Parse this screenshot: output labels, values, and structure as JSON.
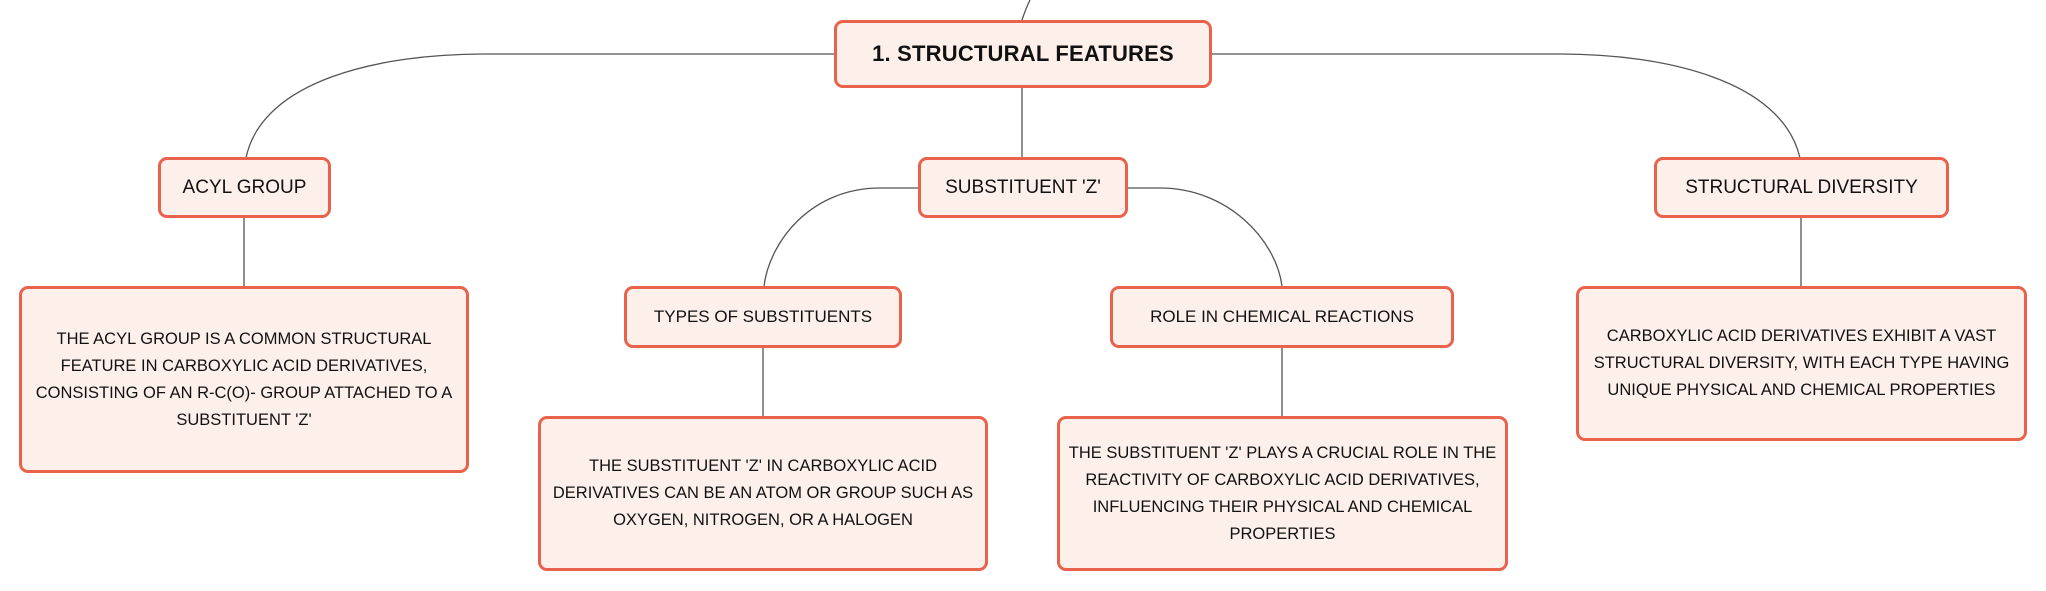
{
  "colors": {
    "node_fill": "#fdf0ea",
    "node_border": "#e8624c",
    "connector": "#555555",
    "text": "#111111"
  },
  "root": {
    "label": "1. STRUCTURAL FEATURES"
  },
  "branches": [
    {
      "label": "ACYL GROUP",
      "detail": "THE ACYL GROUP IS A COMMON STRUCTURAL FEATURE IN CARBOXYLIC ACID DERIVATIVES, CONSISTING OF AN R-C(O)- GROUP ATTACHED TO A SUBSTITUENT 'Z'"
    },
    {
      "label": "SUBSTITUENT 'Z'",
      "children": [
        {
          "label": "TYPES OF SUBSTITUENTS",
          "detail": "THE SUBSTITUENT 'Z' IN CARBOXYLIC ACID DERIVATIVES CAN BE AN ATOM OR GROUP SUCH AS OXYGEN, NITROGEN, OR A HALOGEN"
        },
        {
          "label": "ROLE IN CHEMICAL REACTIONS",
          "detail": "THE SUBSTITUENT 'Z' PLAYS A CRUCIAL ROLE IN THE REACTIVITY OF CARBOXYLIC ACID DERIVATIVES, INFLUENCING THEIR PHYSICAL AND CHEMICAL PROPERTIES"
        }
      ]
    },
    {
      "label": "STRUCTURAL DIVERSITY",
      "detail": "CARBOXYLIC ACID DERIVATIVES EXHIBIT A VAST STRUCTURAL DIVERSITY, WITH EACH TYPE HAVING UNIQUE PHYSICAL AND CHEMICAL PROPERTIES"
    }
  ]
}
